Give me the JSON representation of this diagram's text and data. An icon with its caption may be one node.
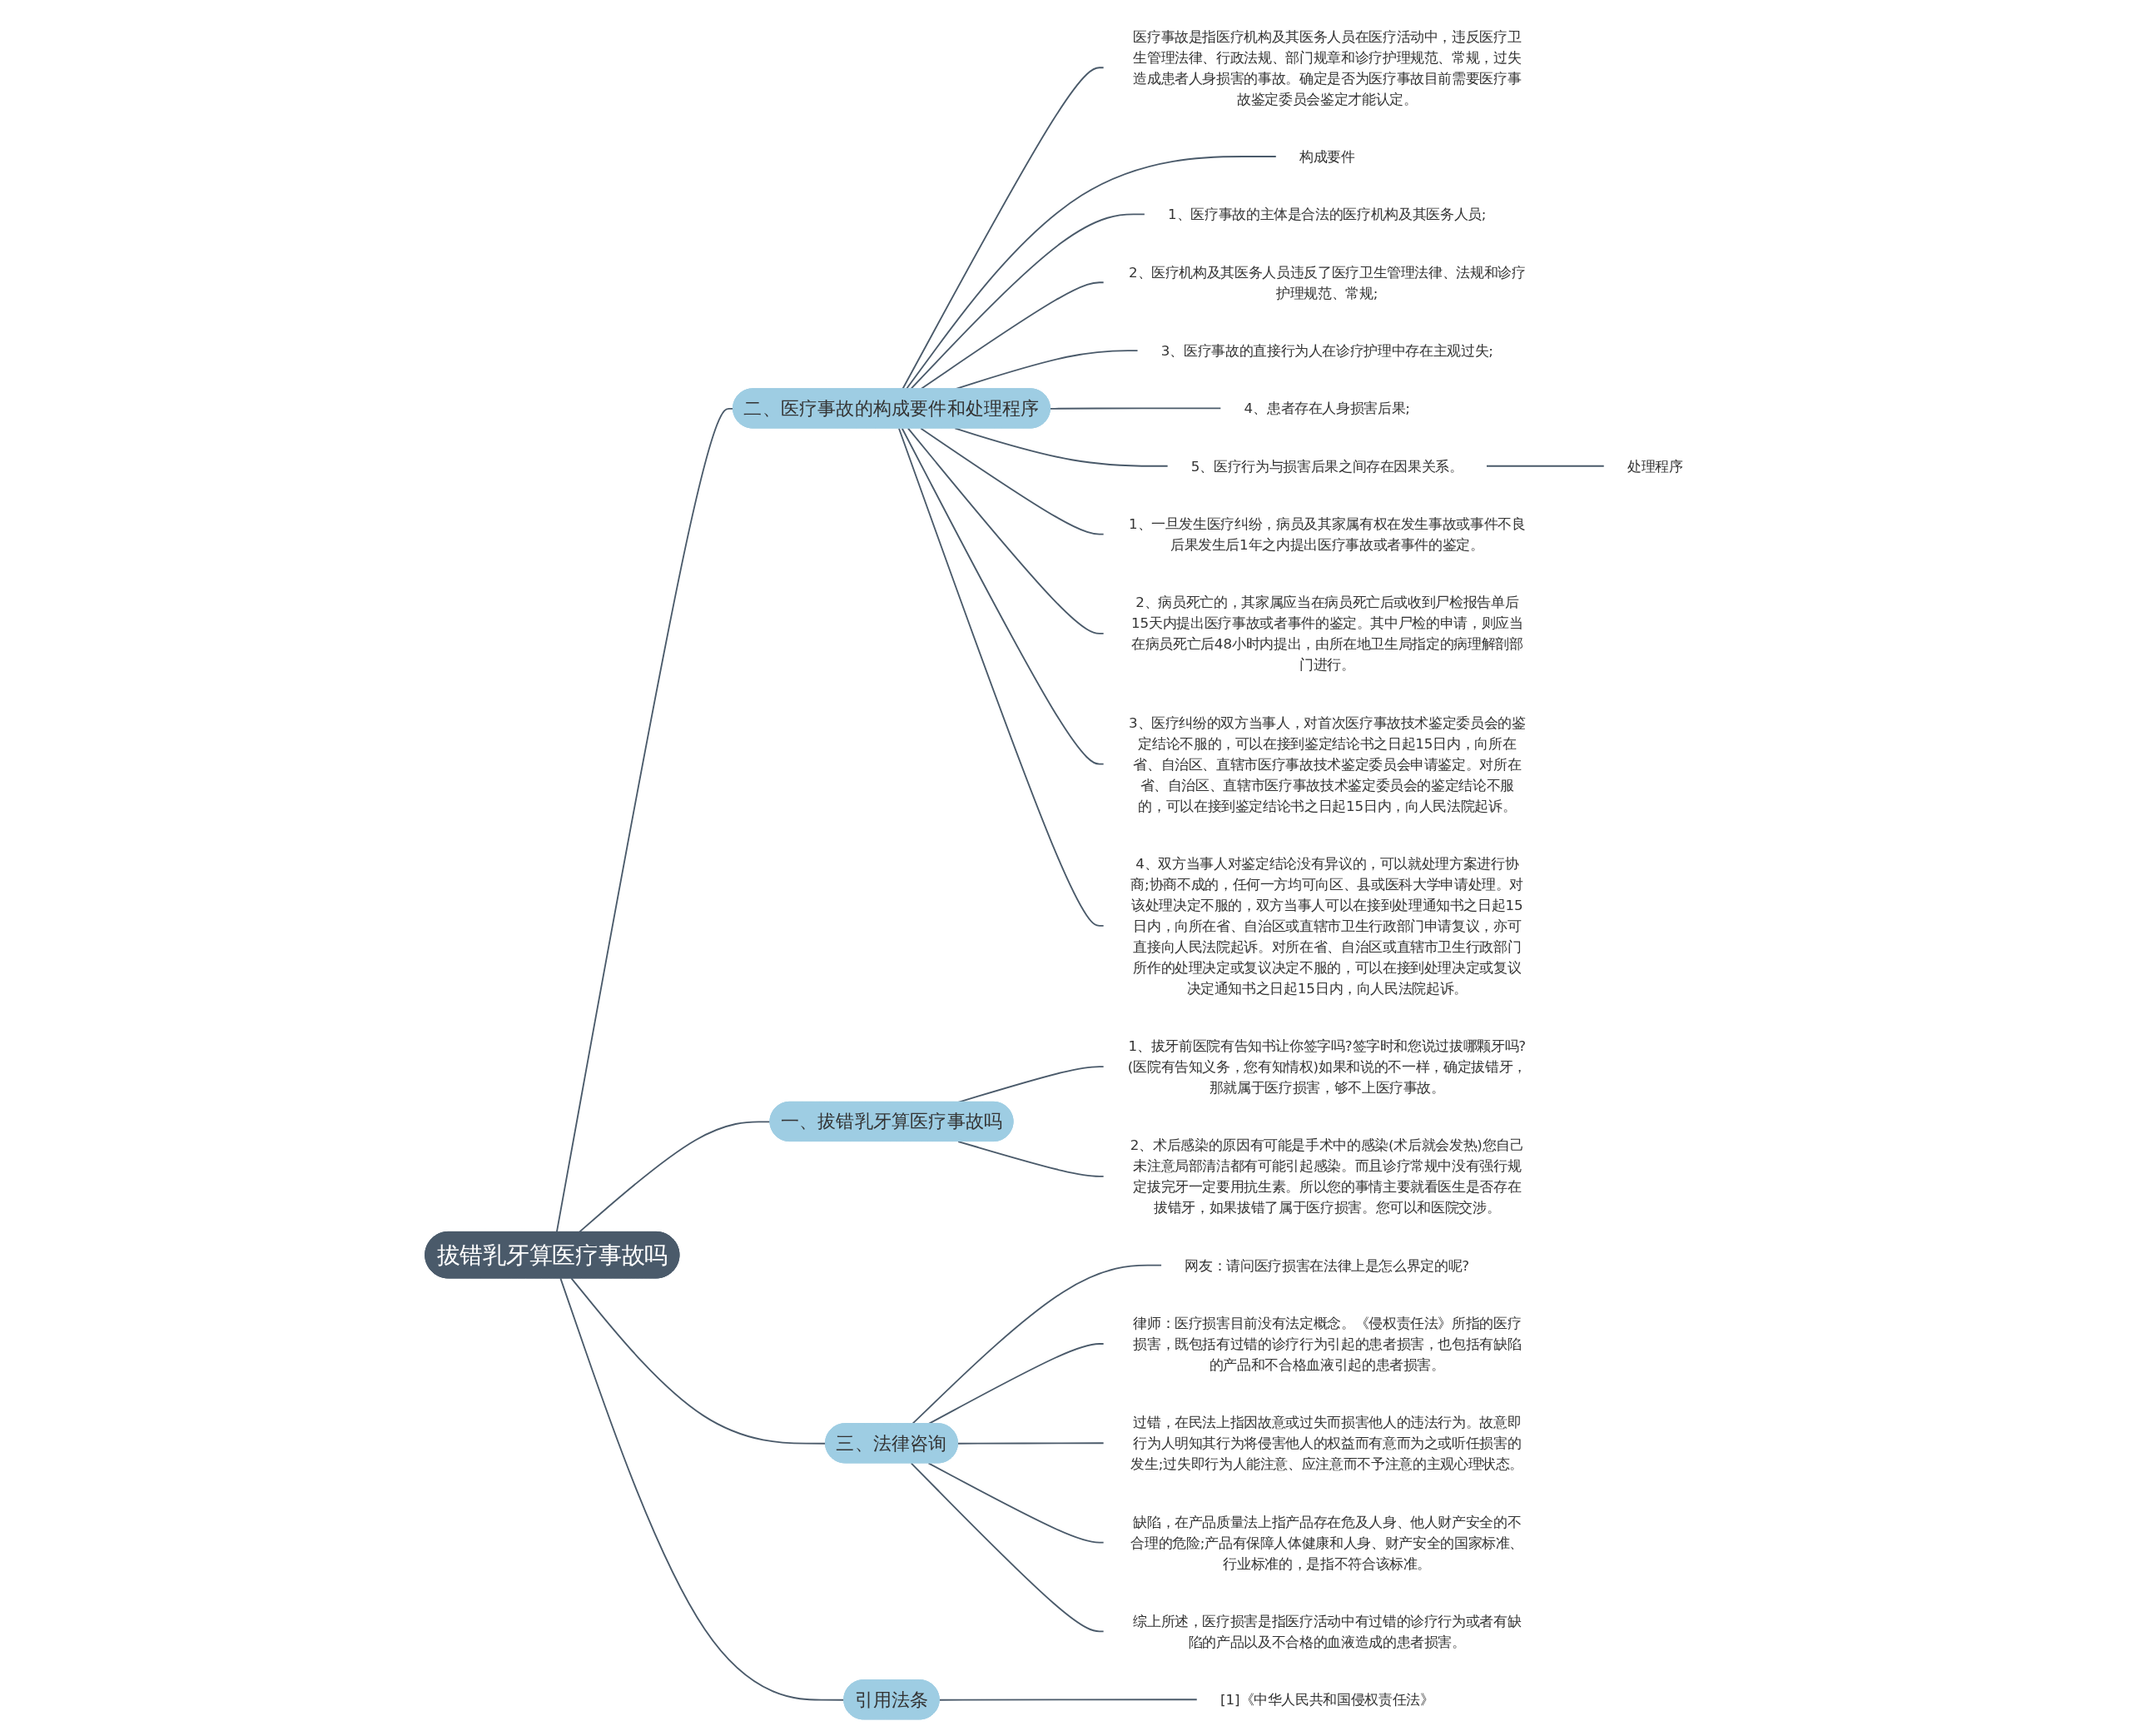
{
  "diagram": {
    "nodes": [
      {
        "text": [
          "拔错乳牙算医疗事故吗"
        ]
      },
      {
        "text": [
          "二、医疗事故的构成要件和处理程序"
        ]
      },
      {
        "text": [
          "医疗事故是指医疗机构及其医务人员在医疗活动中，违反医疗卫生管理法律、行政法规、部门规章和诊疗护理规范、常规，过失造成患者人身损害的事故。确定是否为医疗事故目前需要医疗事故鉴定委员会鉴定才能认定。"
        ]
      },
      {
        "text": [
          "构成要件"
        ]
      },
      {
        "text": [
          "1、医疗事故的主体是合法的医疗机构及其医务人员;"
        ]
      },
      {
        "text": [
          "2、医疗机构及其医务人员违反了医疗卫生管理法律、法规和诊疗护理规范、常规;"
        ]
      },
      {
        "text": [
          "3、医疗事故的直接行为人在诊疗护理中存在主观过失;"
        ]
      },
      {
        "text": [
          "4、患者存在人身损害后果;"
        ]
      },
      {
        "text": [
          "5、医疗行为与损害后果之间存在因果关系。"
        ]
      },
      {
        "text": [
          "处理程序"
        ]
      },
      {
        "text": [
          "1、一旦发生医疗纠纷，病员及其家属有权在发生事故或事件不良后果发生后1年之内提出医疗事故或者事件的鉴定。"
        ]
      },
      {
        "text": [
          "2、病员死亡的，其家属应当在病员死亡后或收到尸检报告单后15天内提出医疗事故或者事件的鉴定。其中尸检的申请，则应当在病员死亡后48小时内提出，由所在地卫生局指定的病理解剖部门进行。"
        ]
      },
      {
        "text": [
          "3、医疗纠纷的双方当事人，对首次医疗事故技术鉴定委员会的鉴定结论不服的，可以在接到鉴定结论书之日起15日内，向所在省、自治区、直辖市医疗事故技术鉴定委员会申请鉴定。对所在省、自治区、直辖市医疗事故技术鉴定委员会的鉴定结论不服的，可以在接到鉴定结论书之日起15日内，向人民法院起诉。"
        ]
      },
      {
        "text": [
          "4、双方当事人对鉴定结论没有异议的，可以就处理方案进行协商;协商不成的，任何一方均可向区、县或医科大学申请处理。对该处理决定不服的，双方当事人可以在接到处理通知书之日起15日内，向所在省、自治区或直辖市卫生行政部门申请复议，亦可直接向人民法院起诉。对所在省、自治区或直辖市卫生行政部门所作的处理决定或复议决定不服的，可以在接到处理决定或复议决定通知书之日起15日内，向人民法院起诉。"
        ]
      },
      {
        "text": [
          "一、拔错乳牙算医疗事故吗"
        ]
      },
      {
        "text": [
          "1、拔牙前医院有告知书让你签字吗?签字时和您说过拔哪颗牙吗?(医院有告知义务，您有知情权)如果和说的不一样，确定拔错牙，那就属于医疗损害，够不上医疗事故。"
        ]
      },
      {
        "text": [
          "2、术后感染的原因有可能是手术中的感染(术后就会发热)您自己未注意局部清洁都有可能引起感染。而且诊疗常规中没有强行规定拔完牙一定要用抗生素。所以您的事情主要就看医生是否存在拔错牙，如果拔错了属于医疗损害。您可以和医院交涉。"
        ]
      },
      {
        "text": [
          "三、法律咨询"
        ]
      },
      {
        "text": [
          "网友：请问医疗损害在法律上是怎么界定的呢?"
        ]
      },
      {
        "text": [
          "律师：医疗损害目前没有法定概念。《侵权责任法》所指的医疗损害，既包括有过错的诊疗行为引起的患者损害，也包括有缺陷的产品和不合格血液引起的患者损害。"
        ]
      },
      {
        "text": [
          "过错，在民法上指因故意或过失而损害他人的违法行为。故意即行为人明知其行为将侵害他人的权益而有意而为之或听任损害的发生;过失即行为人能注意、应注意而不予注意的主观心理状态。"
        ]
      },
      {
        "text": [
          "缺陷，在产品质量法上指产品存在危及人身、他人财产安全的不合理的危险;产品有保障人体健康和人身、财产安全的国家标准、行业标准的，是指不符合该标准。"
        ]
      },
      {
        "text": [
          "综上所述，医疗损害是指医疗活动中有过错的诊疗行为或者有缺陷的产品以及不合格的血液造成的患者损害。"
        ]
      },
      {
        "text": [
          "引用法条"
        ]
      },
      {
        "text": [
          "[1]《中华人民共和国侵权责任法》"
        ]
      }
    ],
    "edges": [
      {
        "from": 0,
        "to": 1,
        "arrow": "none"
      },
      {
        "from": 1,
        "to": 2,
        "arrow": "none"
      },
      {
        "from": 1,
        "to": 3,
        "arrow": "none"
      },
      {
        "from": 1,
        "to": 4,
        "arrow": "none"
      },
      {
        "from": 1,
        "to": 5,
        "arrow": "none"
      },
      {
        "from": 1,
        "to": 6,
        "arrow": "none"
      },
      {
        "from": 1,
        "to": 7,
        "arrow": "none"
      },
      {
        "from": 1,
        "to": 8,
        "arrow": "none"
      },
      {
        "from": 8,
        "to": 9,
        "arrow": "none"
      },
      {
        "from": 1,
        "to": 10,
        "arrow": "none"
      },
      {
        "from": 1,
        "to": 11,
        "arrow": "none"
      },
      {
        "from": 1,
        "to": 12,
        "arrow": "none"
      },
      {
        "from": 1,
        "to": 13,
        "arrow": "none"
      },
      {
        "from": 0,
        "to": 14,
        "arrow": "none"
      },
      {
        "from": 14,
        "to": 15,
        "arrow": "none"
      },
      {
        "from": 14,
        "to": 16,
        "arrow": "none"
      },
      {
        "from": 0,
        "to": 17,
        "arrow": "none"
      },
      {
        "from": 17,
        "to": 18,
        "arrow": "none"
      },
      {
        "from": 17,
        "to": 19,
        "arrow": "none"
      },
      {
        "from": 17,
        "to": 20,
        "arrow": "none"
      },
      {
        "from": 17,
        "to": 21,
        "arrow": "none"
      },
      {
        "from": 17,
        "to": 22,
        "arrow": "none"
      },
      {
        "from": 0,
        "to": 23,
        "arrow": "none"
      },
      {
        "from": 23,
        "to": 24,
        "arrow": "none"
      }
    ]
  }
}
